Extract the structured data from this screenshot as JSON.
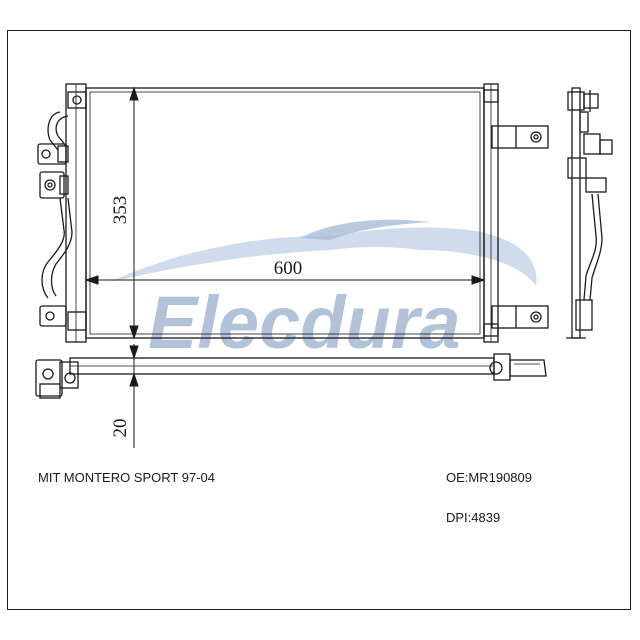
{
  "watermark": {
    "brand": "Elecdura",
    "color": "#9fb3cf"
  },
  "dimensions": {
    "width": "600",
    "height": "353",
    "thickness": "20"
  },
  "part": {
    "model": "MIT MONTERO SPORT 97-04",
    "oe": "OE:MR190809",
    "dpi": "DPI:4839"
  },
  "colors": {
    "line": "#1a1a1a"
  }
}
